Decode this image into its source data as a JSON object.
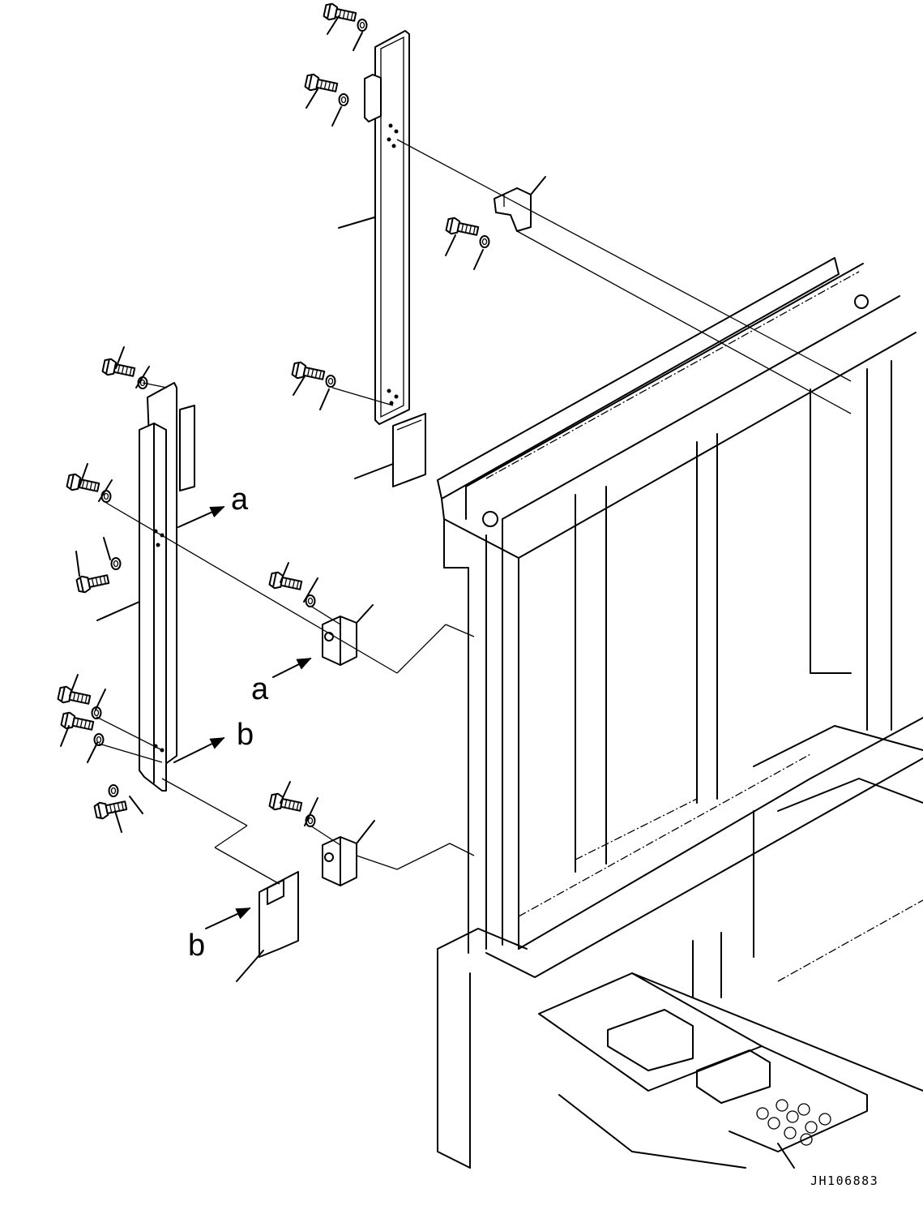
{
  "figure": {
    "drawing_number": "JH106883",
    "callouts": {
      "a_arrow_top": "a",
      "a_arrow_bottom": "a",
      "b_arrow_top": "b",
      "b_arrow_bottom": "b"
    }
  },
  "colors": {
    "line": "#000000",
    "background": "#ffffff"
  }
}
